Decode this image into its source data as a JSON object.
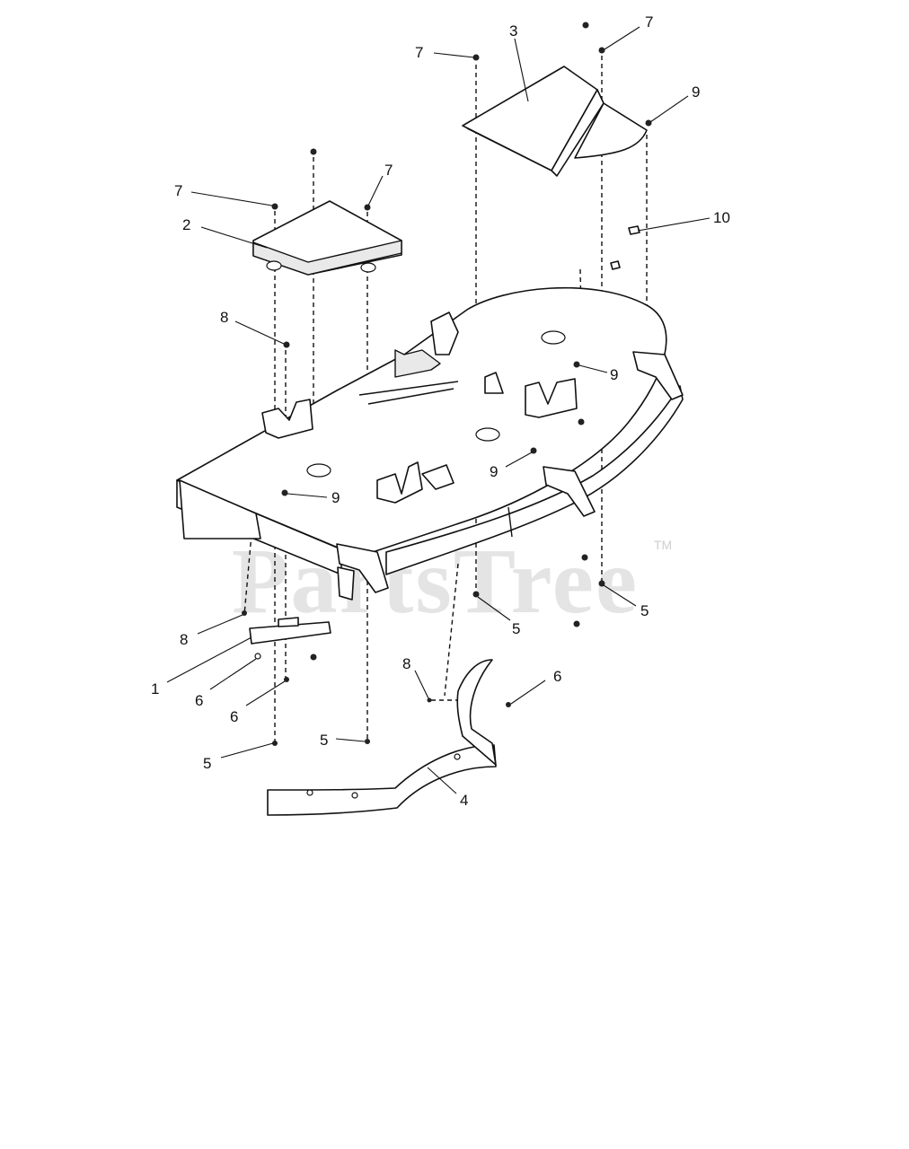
{
  "watermark": {
    "text": "PartsTree",
    "trademark": "TM"
  },
  "callouts": [
    "7",
    "3",
    "7",
    "9",
    "7",
    "7",
    "2",
    "10",
    "8",
    "9",
    "9",
    "9",
    "5",
    "5",
    "8",
    "1",
    "6",
    "6",
    "5",
    "5",
    "8",
    "6",
    "4"
  ]
}
